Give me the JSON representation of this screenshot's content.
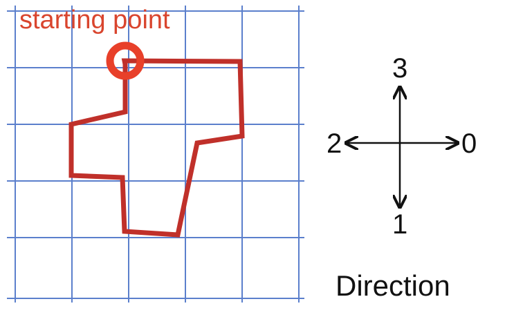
{
  "diagram": {
    "start_label": "starting point",
    "compass": {
      "right": "0",
      "down": "1",
      "left": "2",
      "up": "3",
      "title": "Direction"
    },
    "colors": {
      "grid": "#5b7fcc",
      "path": "#c0302a",
      "start_marker": "#e8402a",
      "start_label": "#d9452e",
      "compass": "#111111"
    }
  }
}
